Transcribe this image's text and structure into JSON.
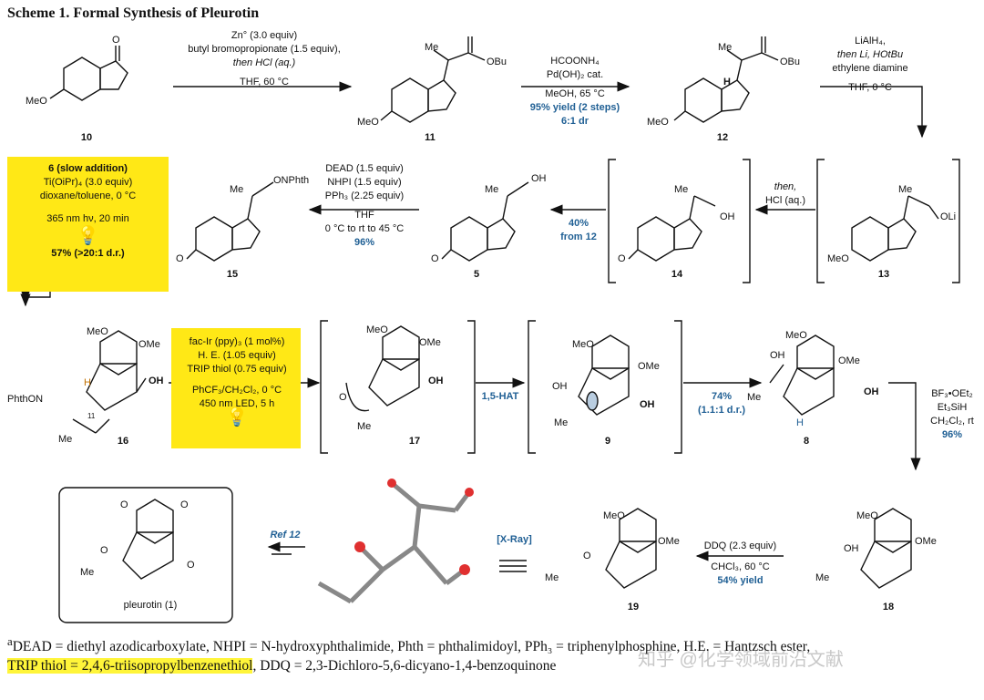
{
  "title": "Scheme 1. Formal Synthesis of Pleurotin",
  "compounds": {
    "c10": "10",
    "c11": "11",
    "c12": "12",
    "c13": "13",
    "c14": "14",
    "c5": "5",
    "c15": "15",
    "c16": "16",
    "c17": "17",
    "c9": "9",
    "c8": "8",
    "c18": "18",
    "c19": "19",
    "c1": "pleurotin (1)"
  },
  "atom_labels": {
    "meo": "MeO",
    "ome": "OMe",
    "obu": "OBu",
    "me": "Me",
    "h": "H",
    "oh": "OH",
    "oli": "OLi",
    "onphth": "ONPhth",
    "phthon": "PhthON",
    "o": "O",
    "c11": "11"
  },
  "steps": {
    "s1": [
      "Zn° (3.0 equiv)",
      "butyl bromopropionate (1.5 equiv),",
      "then HCl (aq.)",
      "THF, 60 °C"
    ],
    "s2": [
      "HCOONH₄",
      "Pd(OH)₂ cat.",
      "MeOH, 65 °C"
    ],
    "s2_yield": [
      "95% yield (2 steps)",
      "6:1 dr"
    ],
    "s3": [
      "LiAlH₄,",
      "then Li, HOtBu",
      "ethylene diamine",
      "THF, 0 °C"
    ],
    "s4": [
      "then,",
      "HCl (aq.)"
    ],
    "s5_yield": [
      "40%",
      "from 12"
    ],
    "s6": [
      "DEAD (1.5 equiv)",
      "NHPI (1.5 equiv)",
      "PPh₃ (2.25 equiv)",
      "THF",
      "0 °C to rt to 45 °C"
    ],
    "s6_yield": "96%",
    "s7": [
      "6 (slow addition)",
      "Ti(OiPr)₄ (3.0 equiv)",
      "dioxane/toluene, 0 °C",
      "365 nm hν, 20 min"
    ],
    "s7_yield": "57% (>20:1 d.r.)",
    "s8": [
      "fac-Ir (ppy)₃ (1 mol%)",
      "H. E. (1.05 equiv)",
      "TRIP thiol (0.75 equiv)",
      "PhCF₃/CH₂Cl₂, 0 °C",
      "450 nm LED, 5 h"
    ],
    "s9": "1,5-HAT",
    "s10_yield": [
      "74%",
      "(1.1:1 d.r.)"
    ],
    "s11": [
      "BF₃•OEt₂",
      "Et₃SiH",
      "CH₂Cl₂, rt"
    ],
    "s11_yield": "96%",
    "s12": [
      "DDQ (2.3 equiv)",
      "CHCl₃, 60 °C"
    ],
    "s12_yield": "54% yield",
    "xray": "[X-Ray]",
    "ref": "Ref 12"
  },
  "footnote": {
    "sup": "a",
    "part1": "DEAD = diethyl azodicarboxylate, NHPI = N-hydroxyphthalimide, Phth = phthalimidoyl, PPh₃ = triphenylphosphine, H.E. = Hantzsch ester,",
    "part2": "TRIP thiol = 2,4,6-triisopropylbenzenethiol",
    "part3": ", DDQ = 2,3-Dichloro-5,6-dicyano-1,4-benzoquinone"
  },
  "watermark": "知乎 @化学领域前沿文献",
  "colors": {
    "highlight": "#ffe816",
    "blue_text": "#1f5f94",
    "arrow": "#111111",
    "xray_red": "#e03030"
  }
}
